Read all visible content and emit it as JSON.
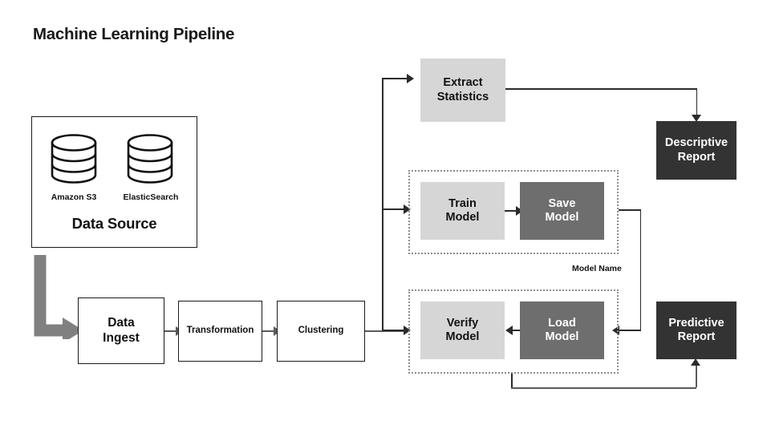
{
  "page": {
    "title": "Machine Learning Pipeline",
    "background": "#ffffff"
  },
  "colors": {
    "plain_box_bg": "#ffffff",
    "plain_box_border": "#1a1a1a",
    "light_box_bg": "#d6d6d6",
    "mid_box_bg": "#6e6e6e",
    "dark_box_bg": "#333333",
    "connector_gray": "#5a5a5a",
    "connector_dark": "#2b2b2b",
    "dotted_group_border": "#8d8d8d",
    "text_dark": "#111111",
    "text_light": "#ffffff"
  },
  "data_source": {
    "title": "Data Source",
    "sources": [
      {
        "label": "Amazon S3",
        "icon": "database-cylinder-icon"
      },
      {
        "label": "ElasticSearch",
        "icon": "database-cylinder-icon"
      }
    ]
  },
  "pipeline": {
    "data_ingest": {
      "line1": "Data",
      "line2": "Ingest"
    },
    "transformation": {
      "line1": "Transformation",
      "line2": ""
    },
    "clustering": {
      "line1": "Clustering",
      "line2": ""
    },
    "extract_statistics": {
      "line1": "Extract",
      "line2": "Statistics"
    },
    "descriptive_report": {
      "line1": "Descriptive",
      "line2": "Report"
    },
    "predictive_report": {
      "line1": "Predictive",
      "line2": "Report"
    },
    "train_model": {
      "line1": "Train",
      "line2": "Model"
    },
    "save_model": {
      "line1": "Save",
      "line2": "Model"
    },
    "verify_model": {
      "line1": "Verify",
      "line2": "Model"
    },
    "load_model": {
      "line1": "Load",
      "line2": "Model"
    }
  },
  "edges": {
    "model_name_label": "Model Name"
  }
}
